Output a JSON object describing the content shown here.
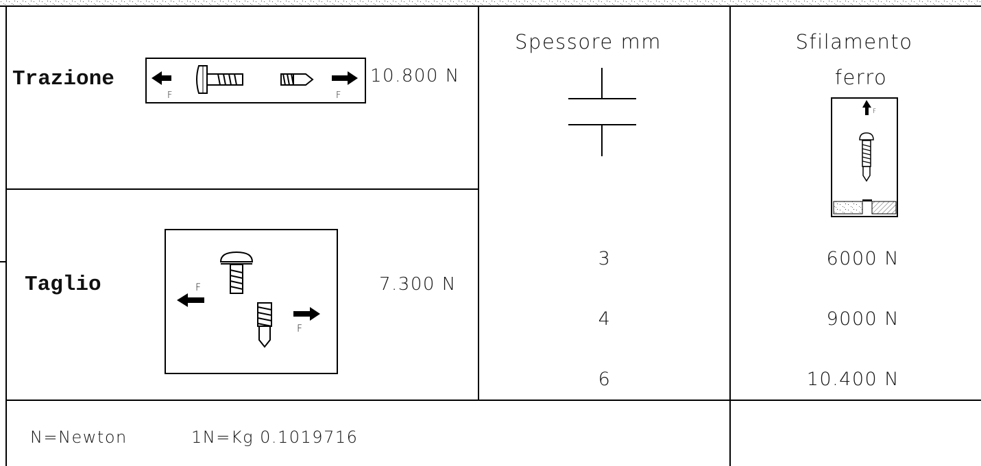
{
  "traction": {
    "label": "Trazione",
    "value": "10.800 N",
    "force_left": "F",
    "force_right": "F"
  },
  "shear": {
    "label": "Taglio",
    "value": "7.300 N",
    "force_left": "F",
    "force_right": "F"
  },
  "thickness": {
    "header": "Spessore mm",
    "values": [
      "3",
      "4",
      "6"
    ]
  },
  "pullout": {
    "header_line1": "Sfilamento",
    "header_line2": "ferro",
    "force": "F",
    "values": [
      "6000 N",
      "9000 N",
      "10.400 N"
    ]
  },
  "footer": {
    "unit_note": "N=Newton",
    "conversion": "1N=Kg 0.1019716"
  }
}
